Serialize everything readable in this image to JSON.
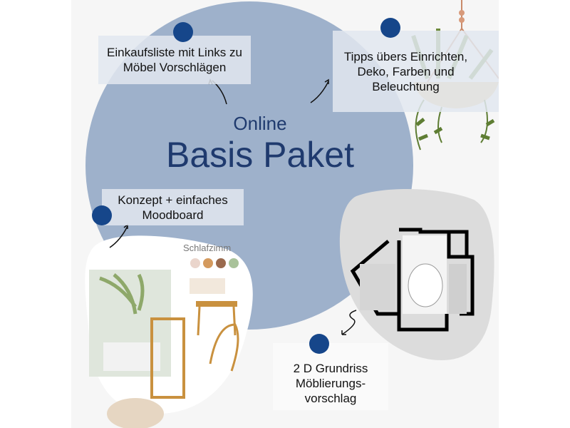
{
  "title": {
    "small": "Online",
    "big": "Basis Paket"
  },
  "features": [
    {
      "text": "Einkaufsliste mit Links zu Möbel Vorschlägen"
    },
    {
      "text": "Tipps übers Einrichten, Deko, Farben und Beleuchtung"
    },
    {
      "text": "Konzept + einfaches Moodboard"
    },
    {
      "text": "2 D Grundriss Möblierungs-vorschlag"
    }
  ],
  "moodboard": {
    "label": "Schlafzimm",
    "swatches": [
      "#ead5cc",
      "#d49a5e",
      "#9a6a4e",
      "#a9c29a"
    ]
  },
  "colors": {
    "circle": "#9eb1cb",
    "dot": "#16468a",
    "title": "#1f3a6e",
    "background": "#f6f6f6"
  }
}
